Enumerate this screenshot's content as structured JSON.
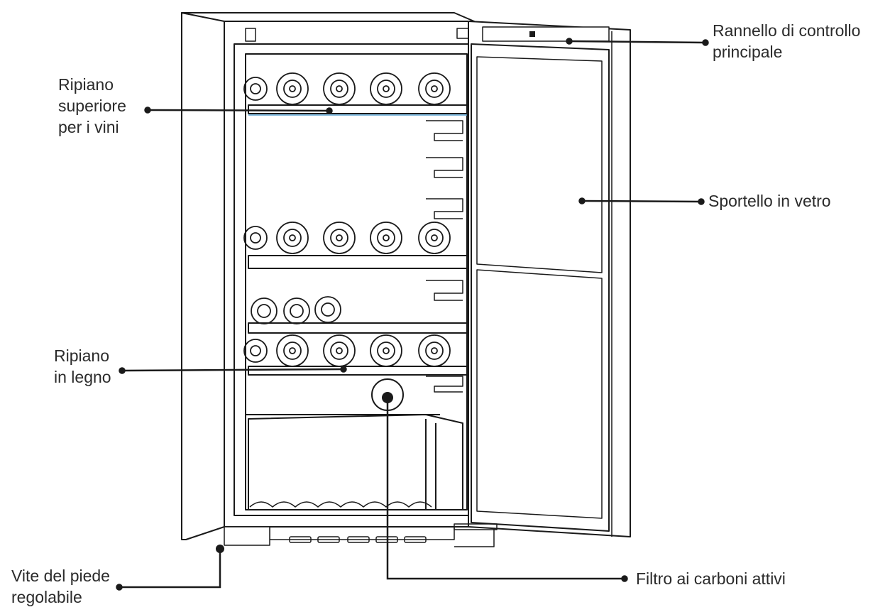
{
  "diagram": {
    "subject": "wine-cooler",
    "line_color": "#1a1a1a",
    "accent_color": "#5aa6d6",
    "labels": {
      "control_panel": "Rannello di controllo\nprincipale",
      "glass_door": "Sportello in vetro",
      "top_shelf": "Ripiano\nsuperiore\nper i vini",
      "wood_shelf": "Ripiano\nin legno",
      "foot_screw": "Vite del piede\nregolabile",
      "carbon_filter": "Filtro ai carboni attivi"
    }
  }
}
